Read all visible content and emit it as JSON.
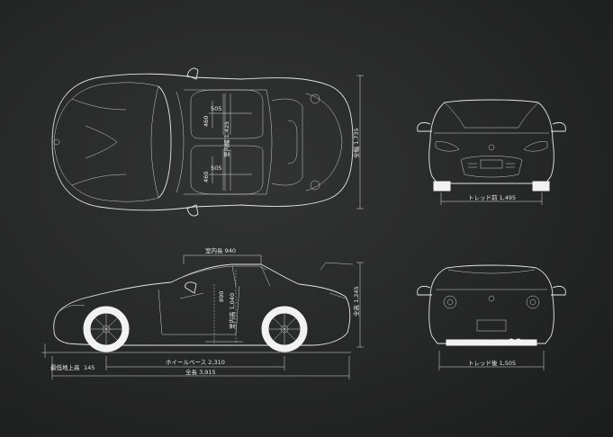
{
  "top_view": {
    "seat_width_front": "505",
    "seat_width_rear": "505",
    "seat_depth_front": "460",
    "seat_depth_rear": "460",
    "interior_width": "室内幅 1,425",
    "overall_width": "全幅 1,735"
  },
  "side_view": {
    "interior_length": "室内長 940",
    "interior_height": "室内高 1,040",
    "seat_height": "890",
    "overall_height": "全高 1,245",
    "ground_clearance": "最低地上高",
    "ground_clearance_value": "145",
    "wheelbase": "ホイールベース 2,310",
    "overall_length": "全長 3,915"
  },
  "front_view": {
    "tread_front": "トレッド前 1,495"
  },
  "rear_view": {
    "tread_rear": "トレッド後 1,505"
  }
}
